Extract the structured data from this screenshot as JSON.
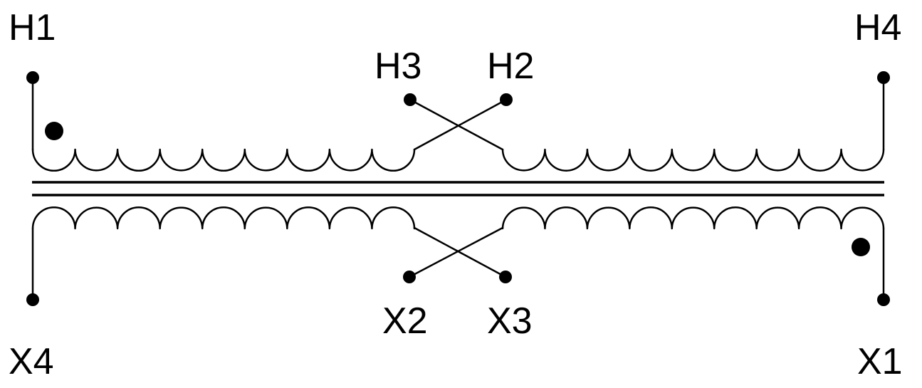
{
  "terminals": {
    "h1": "H1",
    "h2": "H2",
    "h3": "H3",
    "h4": "H4",
    "x1": "X1",
    "x2": "X2",
    "x3": "X3",
    "x4": "X4"
  },
  "colors": {
    "line": "#000000",
    "background": "#ffffff"
  }
}
